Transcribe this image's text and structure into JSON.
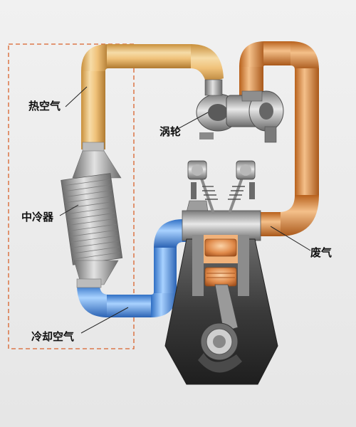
{
  "labels": {
    "hot_air": "热空气",
    "turbo": "涡轮",
    "intercooler": "中冷器",
    "exhaust": "废气",
    "cooled_air": "冷却空气"
  },
  "colors": {
    "hot_pipe": "#e9b25c",
    "exhaust_pipe": "#dd8a3c",
    "cool_pipe": "#4f9be6",
    "metal": "#9a9a9a",
    "engine_dark": "#2a2a2a",
    "piston": "#e08a4a",
    "dashed_frame": "#d9622b"
  }
}
